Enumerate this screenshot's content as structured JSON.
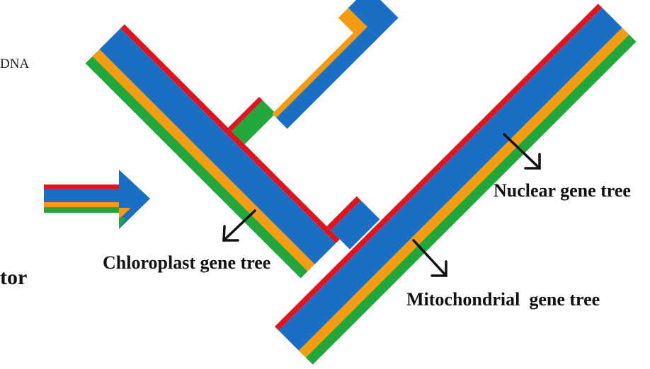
{
  "labels": {
    "dna_fragment": "DNA",
    "tor_fragment": "tor",
    "chloroplast": "Chloroplast gene tree",
    "nuclear": "Nuclear gene tree",
    "mitochondrial": "Mitochondrial  gene tree"
  },
  "colors": {
    "nuclear": "#1a6fc4",
    "chloroplast": "#e0141e",
    "mitochondrial": "#f39c12",
    "green": "#22a83a",
    "arrow": "#111111"
  }
}
